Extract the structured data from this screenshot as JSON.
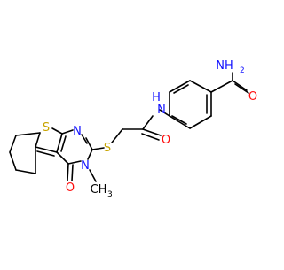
{
  "molecule": {
    "atom_labels": {
      "amide_n": "NH",
      "amide_h2": "2",
      "amide_o": "O",
      "linker_nh": "H",
      "linker_n": "N",
      "linker_o": "O",
      "thioether_s": "S",
      "thiophene_s": "S",
      "pyrimidine_n1": "N",
      "pyrimidine_n3": "N",
      "methyl": "CH",
      "methyl_3": "3",
      "ketone_o": "O"
    },
    "colors": {
      "bond": "#000000",
      "nitrogen": "#1010ff",
      "oxygen": "#ff0d0d",
      "sulfur": "#c8a400",
      "carbon": "#000000"
    }
  }
}
